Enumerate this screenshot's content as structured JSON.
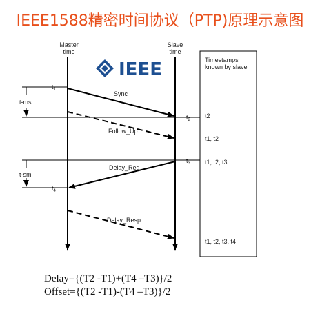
{
  "title": "IEEE1588精密时间协议（PTP)原理示意图",
  "master_label": [
    "Master",
    "time"
  ],
  "slave_label": [
    "Slave",
    "time"
  ],
  "logo_text": "IEEE",
  "timestamps_header": [
    "Timestamps",
    "known  by slave"
  ],
  "messages": {
    "sync": "Sync",
    "follow_up": "Follow_Up",
    "delay_req": "Delay_Req",
    "delay_resp": "Delay_Resp"
  },
  "times": {
    "t1": "t",
    "t1_sub": "1",
    "t2": "t",
    "t2_sub": "2",
    "t3": "t",
    "t3_sub": "3",
    "t4": "t",
    "t4_sub": "4"
  },
  "intervals": {
    "ms": "t-ms",
    "sm": "t-sm"
  },
  "known_lists": [
    "t2",
    "t1, t2",
    "t1, t2, t3",
    "t1, t2, t3, t4"
  ],
  "formulas": {
    "delay": "Delay={(T2 -T1)+(T4 –T3)}/2",
    "offset": "Offset={(T2 -T1)-(T4 –T3)}/2"
  },
  "colors": {
    "title": "#e8501c",
    "frame": "#e06030",
    "logo": "#1d4f91"
  }
}
